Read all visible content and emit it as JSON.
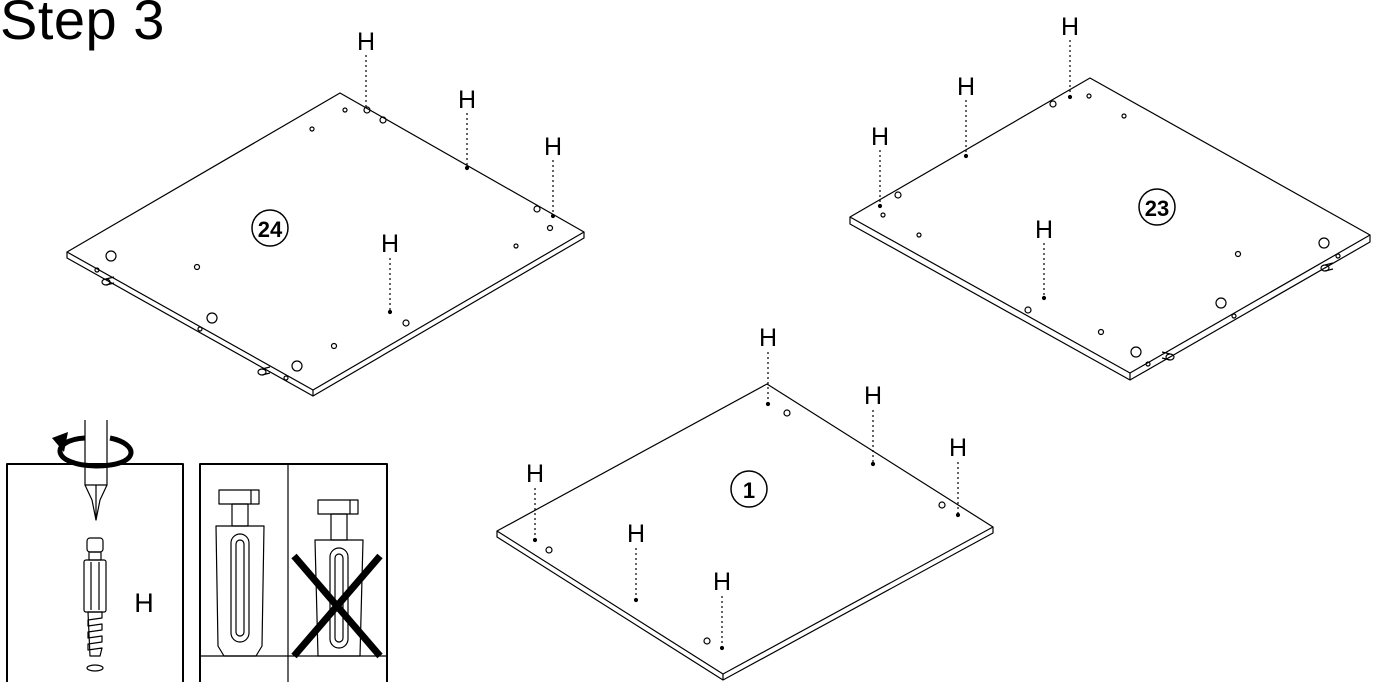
{
  "step": {
    "title": "Step 3"
  },
  "panels": [
    {
      "part_number": "24",
      "hardware_labels": [
        "H",
        "H",
        "H",
        "H"
      ]
    },
    {
      "part_number": "23",
      "hardware_labels": [
        "H",
        "H",
        "H",
        "H"
      ]
    },
    {
      "part_number": "1",
      "hardware_labels": [
        "H",
        "H",
        "H",
        "H",
        "H",
        "H"
      ]
    }
  ],
  "inset": {
    "screw_label": "H",
    "correct_icon": "cam-bolt-correct-icon",
    "incorrect_icon": "cam-bolt-incorrect-cross-icon",
    "rotation_icon": "clockwise-rotation-arrow-icon",
    "screwdriver_icon": "phillips-screwdriver-icon"
  },
  "colors": {
    "line": "#000000",
    "background": "#ffffff"
  }
}
